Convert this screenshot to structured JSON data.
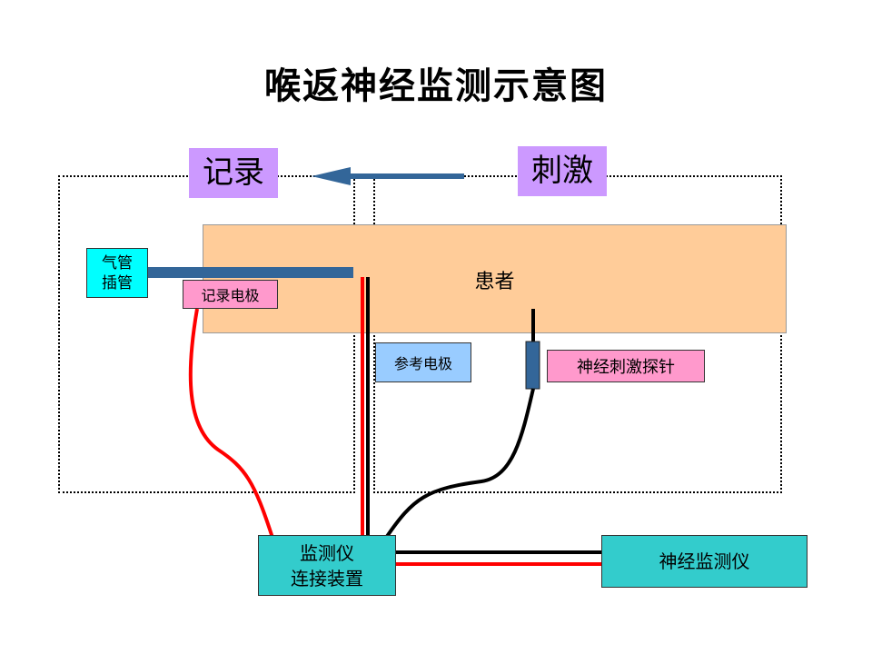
{
  "title": "喉返神经监测示意图",
  "zones": {
    "record": "记录",
    "stimulate": "刺激"
  },
  "boxes": {
    "patient": "患者",
    "tracheal_tube": "气管插管",
    "record_electrode": "记录电极",
    "reference_electrode": "参考电极",
    "stimulation_probe": "神经刺激探针",
    "connector_line1": "监测仪",
    "connector_line2": "连接装置",
    "nerve_monitor": "神经监测仪"
  },
  "colors": {
    "zone_label": "#cc99ff",
    "patient": "#ffcc99",
    "tube": "#00ffff",
    "electrode_pink": "#ff99cc",
    "electrode_blue": "#99ccff",
    "device": "#33cccc",
    "arrow": "#336699",
    "wire_red": "#ff0000",
    "wire_black": "#000000"
  }
}
